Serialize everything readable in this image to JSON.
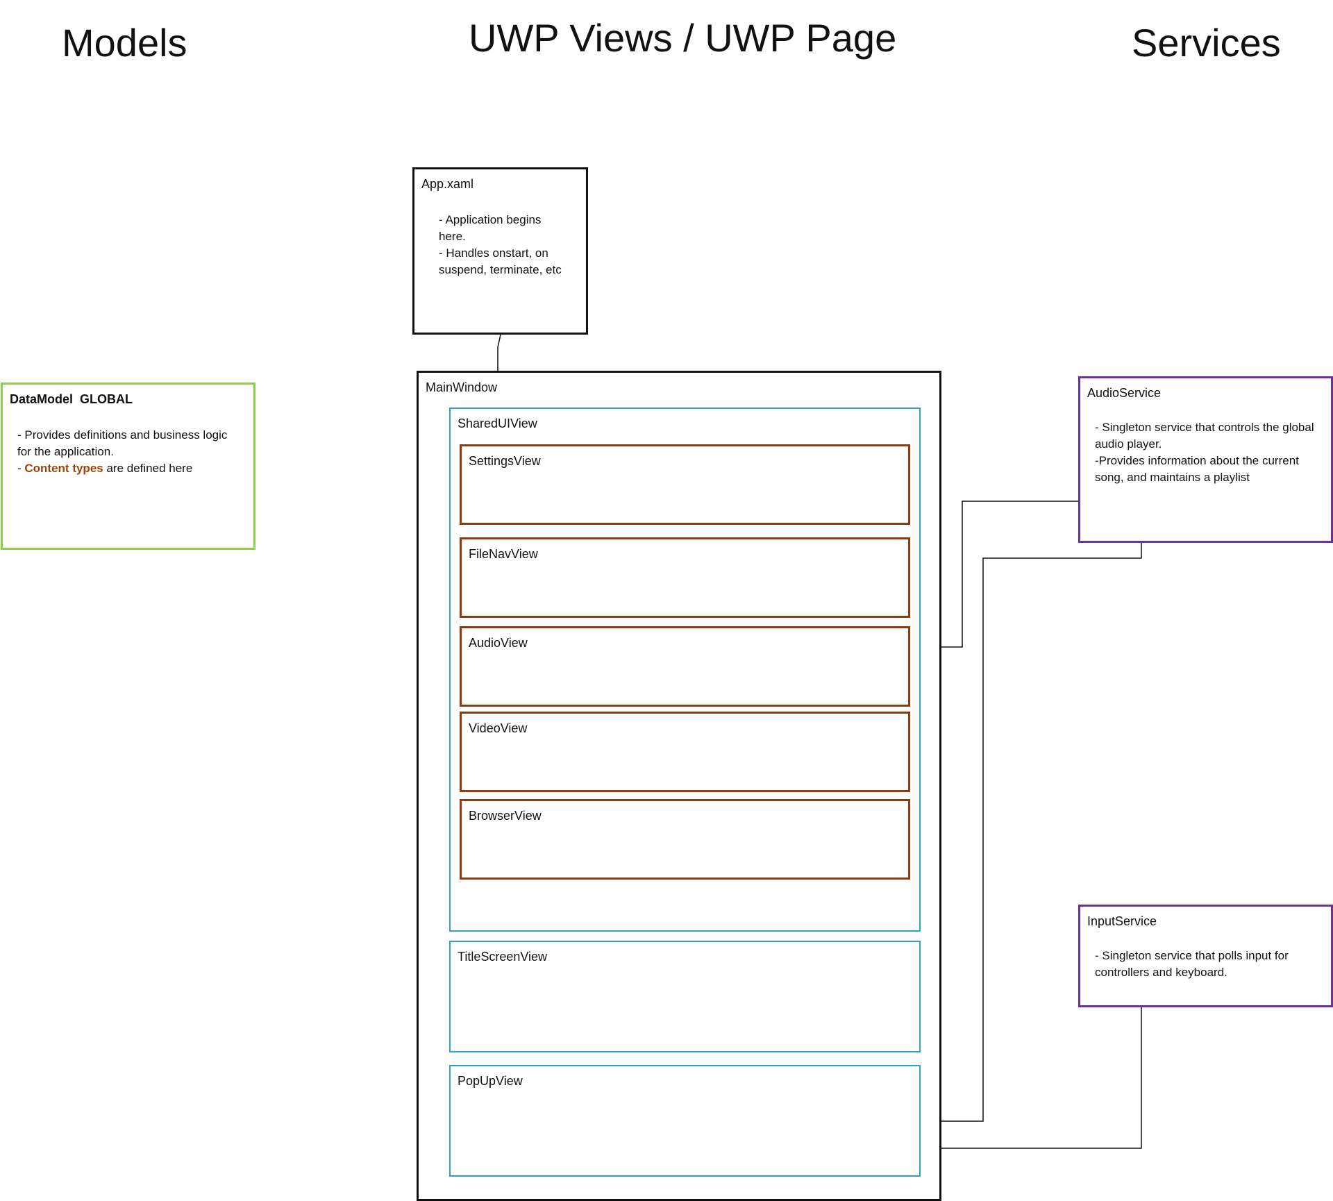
{
  "columns": {
    "models": "Models",
    "views": "UWP Views / UWP Page",
    "services": "Services"
  },
  "app": {
    "title": "App.xaml",
    "lines": [
      "- Application begins here.",
      "- Handles onstart, on suspend, terminate, etc"
    ]
  },
  "datamodel": {
    "title": "DataModel  GLOBAL",
    "line1": "- Provides definitions and business logic for the application.",
    "line2_prefix": "- ",
    "line2_highlight": "Content types",
    "line2_suffix": " are defined here",
    "highlight_color": "#a0430b"
  },
  "mainwindow": {
    "title": "MainWindow",
    "shared_ui": {
      "title": "SharedUIView",
      "children": [
        "SettingsView",
        "FileNavView",
        "AudioView",
        "VideoView",
        "BrowserView"
      ]
    },
    "title_screen": "TitleScreenView",
    "popup": "PopUpView"
  },
  "audio_service": {
    "title": "AudioService",
    "lines": [
      "- Singleton service that controls the global audio player.",
      "-Provides information about the current song, and maintains a playlist"
    ]
  },
  "input_service": {
    "title": "InputService",
    "lines": [
      "- Singleton service that polls input for controllers and keyboard."
    ]
  },
  "colors": {
    "mainwindow_border": "#111111",
    "container_border": "#2ea2c3",
    "view_border": "#8b3a12",
    "model_border": "#8ccf4b",
    "service_border": "#6b2fa0"
  }
}
